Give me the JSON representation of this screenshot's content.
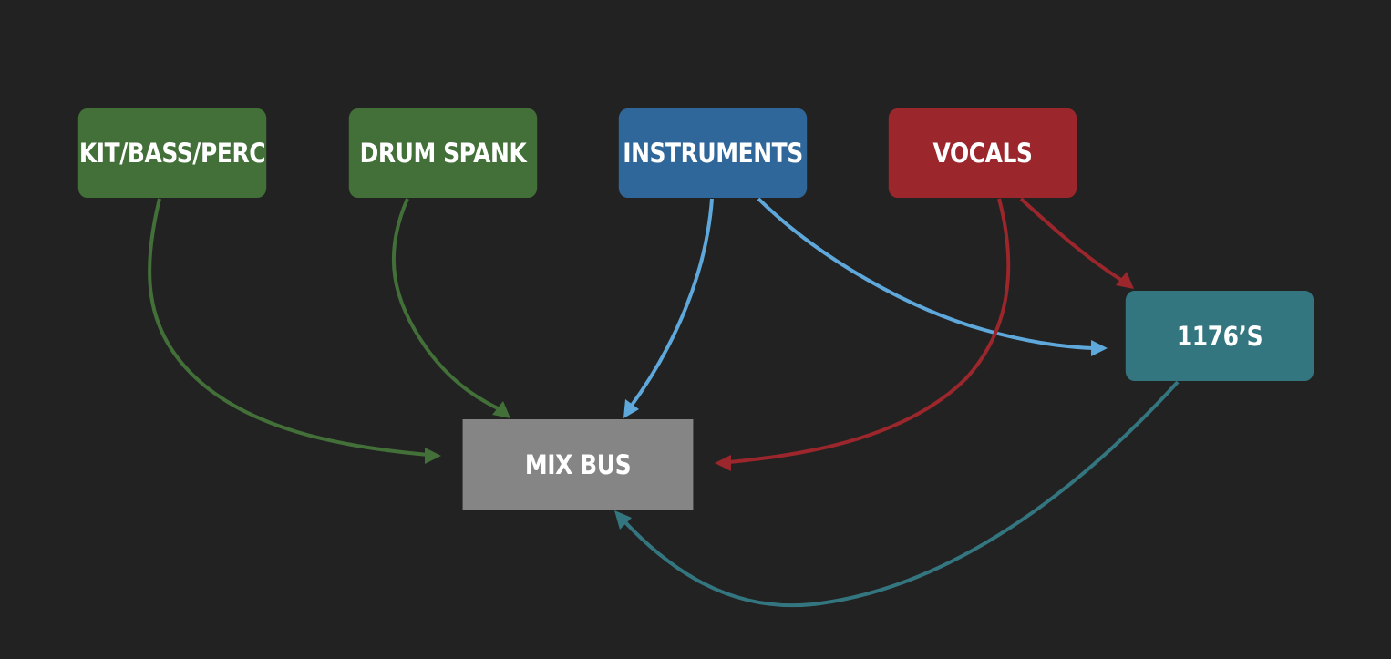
{
  "nodes": {
    "kit": {
      "label": "KIT/BASS/PERC",
      "color": "#427038"
    },
    "drum": {
      "label": "DRUM SPANK",
      "color": "#427038"
    },
    "instruments": {
      "label": "INSTRUMENTS",
      "color": "#30679A"
    },
    "vocals": {
      "label": "VOCALS",
      "color": "#9B262C"
    },
    "comp1176": {
      "label": "1176’S",
      "color": "#347680"
    },
    "mixbus": {
      "label": "MIX BUS",
      "color": "#858585"
    }
  },
  "edges": [
    {
      "from": "KIT/BASS/PERC",
      "to": "MIX BUS",
      "color": "#427038"
    },
    {
      "from": "DRUM SPANK",
      "to": "MIX BUS",
      "color": "#427038"
    },
    {
      "from": "INSTRUMENTS",
      "to": "MIX BUS",
      "color": "#5EA8DB"
    },
    {
      "from": "INSTRUMENTS",
      "to": "1176’S",
      "color": "#5EA8DB"
    },
    {
      "from": "VOCALS",
      "to": "MIX BUS",
      "color": "#9B262C"
    },
    {
      "from": "VOCALS",
      "to": "1176’S",
      "color": "#9B262C"
    },
    {
      "from": "1176’S",
      "to": "MIX BUS",
      "color": "#347680"
    }
  ],
  "background": "#222222"
}
